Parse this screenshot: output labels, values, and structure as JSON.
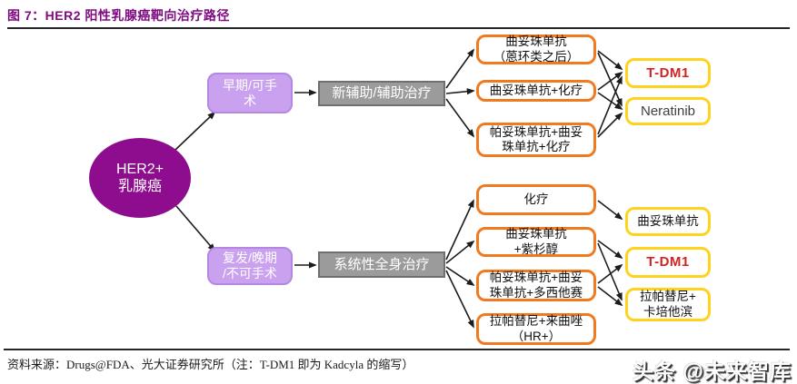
{
  "header": {
    "title": "图 7：HER2 阳性乳腺癌靶向治疗路径"
  },
  "footer": {
    "source": "资料来源：Drugs@FDA、光大证券研究所（注：T-DM1 即为 Kadcyla 的缩写）",
    "watermark": "头条 @未来智库"
  },
  "diagram": {
    "root": {
      "label": "HER2+\n乳腺癌"
    },
    "stage_early": {
      "label": "早期/可手\n术"
    },
    "stage_relapse": {
      "label": "复发/晚期\n/不可手术"
    },
    "treatment_adjuvant": {
      "label": "新辅助/辅助治疗"
    },
    "treatment_systemic": {
      "label": "系统性全身治疗"
    },
    "regimens_early": [
      {
        "label": "曲妥珠单抗\n（蒽环类之后）"
      },
      {
        "label": "曲妥珠单抗+化疗"
      },
      {
        "label": "帕妥珠单抗+曲妥\n珠单抗+化疗"
      }
    ],
    "regimens_relapse": [
      {
        "label": "化疗"
      },
      {
        "label": "曲妥珠单抗\n+紫杉醇"
      },
      {
        "label": "帕妥珠单抗+曲妥\n珠单抗+多西他赛"
      },
      {
        "label": "拉帕替尼+来曲唑\n（HR+）"
      }
    ],
    "outcomes_early": [
      {
        "label": "T-DM1",
        "emphasis": "red"
      },
      {
        "label": "Neratinib",
        "emphasis": "none"
      }
    ],
    "outcomes_relapse": [
      {
        "label": "曲妥珠单抗",
        "emphasis": "none"
      },
      {
        "label": "T-DM1",
        "emphasis": "red"
      },
      {
        "label": "拉帕替尼+\n卡培他滨",
        "emphasis": "none"
      }
    ],
    "edges": [
      {
        "from": "root",
        "to": "stage_early"
      },
      {
        "from": "root",
        "to": "stage_relapse"
      },
      {
        "from": "stage_early",
        "to": "treatment_adjuvant"
      },
      {
        "from": "stage_relapse",
        "to": "treatment_systemic"
      },
      {
        "from": "treatment_adjuvant",
        "to": "regimens_early.0"
      },
      {
        "from": "treatment_adjuvant",
        "to": "regimens_early.1"
      },
      {
        "from": "treatment_adjuvant",
        "to": "regimens_early.2"
      },
      {
        "from": "treatment_systemic",
        "to": "regimens_relapse.0"
      },
      {
        "from": "treatment_systemic",
        "to": "regimens_relapse.1"
      },
      {
        "from": "treatment_systemic",
        "to": "regimens_relapse.2"
      },
      {
        "from": "treatment_systemic",
        "to": "regimens_relapse.3"
      },
      {
        "from": "regimens_early.0",
        "to": "outcomes_early.0"
      },
      {
        "from": "regimens_early.0",
        "to": "outcomes_early.1"
      },
      {
        "from": "regimens_early.1",
        "to": "outcomes_early.0"
      },
      {
        "from": "regimens_early.1",
        "to": "outcomes_early.1"
      },
      {
        "from": "regimens_early.2",
        "to": "outcomes_early.0"
      },
      {
        "from": "regimens_early.2",
        "to": "outcomes_early.1"
      },
      {
        "from": "regimens_relapse.0",
        "to": "outcomes_relapse.0"
      },
      {
        "from": "regimens_relapse.1",
        "to": "outcomes_relapse.1"
      },
      {
        "from": "regimens_relapse.1",
        "to": "outcomes_relapse.2"
      },
      {
        "from": "regimens_relapse.2",
        "to": "outcomes_relapse.1"
      },
      {
        "from": "regimens_relapse.2",
        "to": "outcomes_relapse.2"
      }
    ],
    "colors": {
      "title_purple": "#7E0B80",
      "root_purple": "#8E0D8E",
      "stage_fill": "#C9A1EE",
      "gray_fill": "#9B9B9B",
      "orange_border": "#F07A20",
      "yellow_border": "#FFD21E",
      "tdm1_red": "#D32222"
    }
  }
}
